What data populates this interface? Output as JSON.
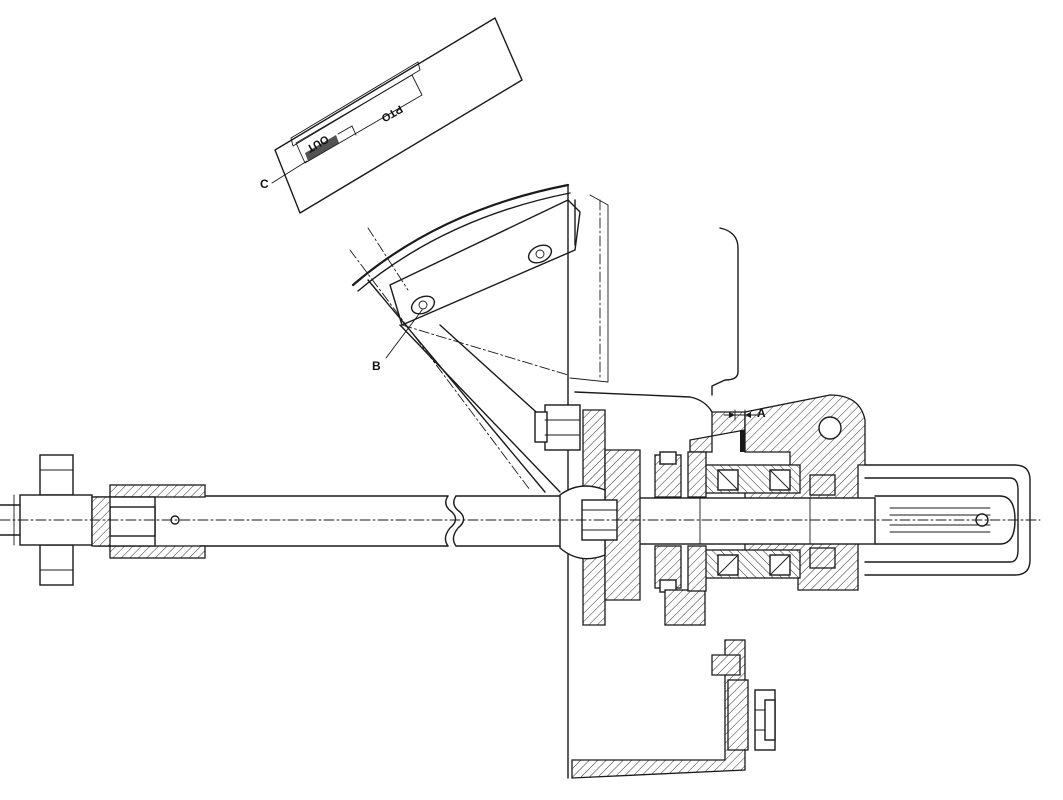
{
  "labels": {
    "a": "A",
    "b": "B",
    "c": "C"
  },
  "plate": {
    "pto": "PTO",
    "out": "OUT"
  }
}
